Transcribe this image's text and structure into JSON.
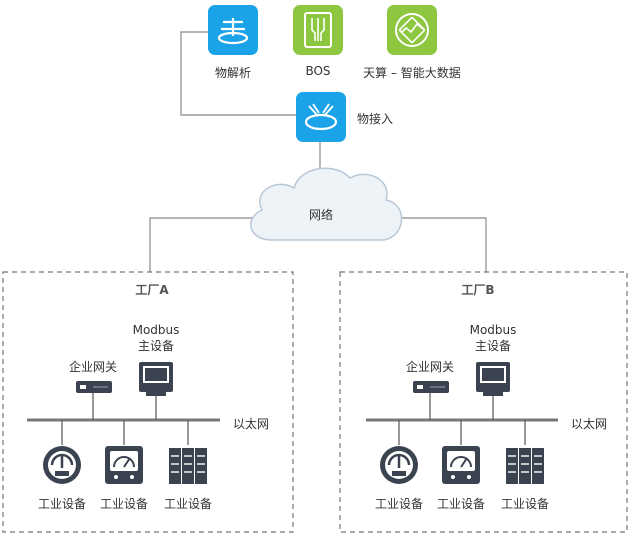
{
  "cloud": {
    "services": [
      {
        "icon": "iot-parser-icon",
        "label": "物解析",
        "color": "#1aa3e8"
      },
      {
        "icon": "bos-storage-icon",
        "label": "BOS",
        "color": "#8dc63f"
      },
      {
        "icon": "big-data-analytics-icon",
        "label": "天算 – 智能大数据",
        "color": "#8dc63f"
      }
    ],
    "access": {
      "icon": "iot-access-icon",
      "label": "物接入",
      "color": "#1aa3e8"
    }
  },
  "network": {
    "icon": "cloud-icon",
    "label": "网络"
  },
  "factories": [
    {
      "name": "工厂A",
      "modbus_label": "Modbus\n主设备",
      "gateway_label": "企业网关",
      "ethernet_label": "以太网",
      "devices": [
        {
          "icon": "gauge-icon",
          "label": "工业设备"
        },
        {
          "icon": "meter-panel-icon",
          "label": "工业设备"
        },
        {
          "icon": "server-rack-icon",
          "label": "工业设备"
        }
      ]
    },
    {
      "name": "工厂B",
      "modbus_label": "Modbus\n主设备",
      "gateway_label": "企业网关",
      "ethernet_label": "以太网",
      "devices": [
        {
          "icon": "gauge-icon",
          "label": "工业设备"
        },
        {
          "icon": "meter-panel-icon",
          "label": "工业设备"
        },
        {
          "icon": "server-rack-icon",
          "label": "工业设备"
        }
      ]
    }
  ]
}
